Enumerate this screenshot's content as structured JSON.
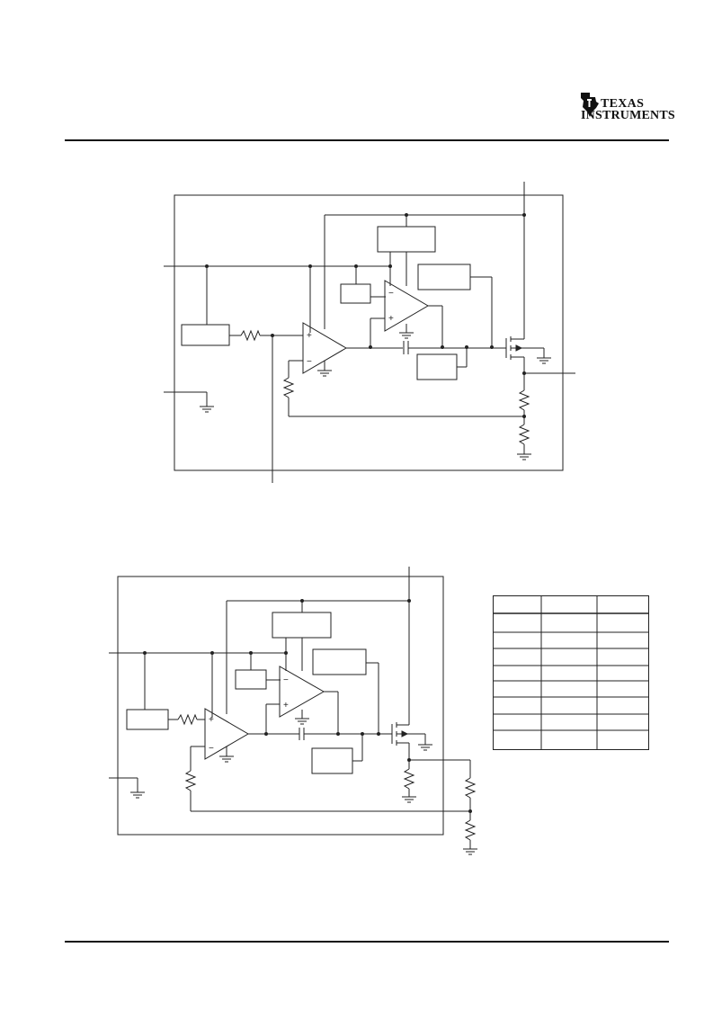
{
  "header": {
    "logo": {
      "line1": "TEXAS",
      "line2": "INSTRUMENTS",
      "icon": "ti-state-icon"
    }
  },
  "figures": [
    {
      "id": "circuit-1",
      "pin_labels": []
    },
    {
      "id": "circuit-2",
      "pin_labels": []
    }
  ],
  "table": {
    "columns": [
      "",
      "",
      ""
    ],
    "rows": [
      [
        "",
        "",
        ""
      ],
      [
        "",
        "",
        ""
      ],
      [
        "",
        "",
        ""
      ],
      [
        "",
        "",
        ""
      ],
      [
        "",
        "",
        ""
      ],
      [
        "",
        "",
        ""
      ],
      [
        "",
        "",
        ""
      ],
      [
        "",
        "",
        ""
      ]
    ]
  },
  "colors": {
    "ink": "#222222",
    "rule": "#111111",
    "background": "#ffffff"
  }
}
